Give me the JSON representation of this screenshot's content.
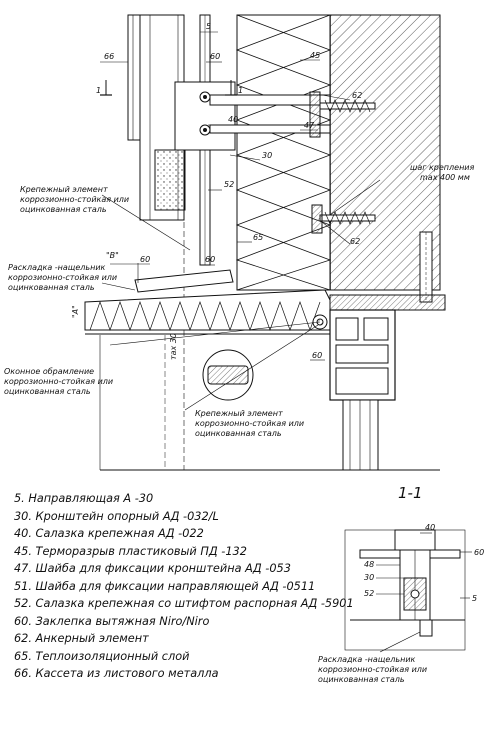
{
  "callouts": {
    "fastener_left": [
      "Крепежный элемент",
      "коррозионно-стойкая или",
      "оцинкованная сталь"
    ],
    "flashing": [
      "Раскладка -нащельник",
      "коррозионно-стойкая или",
      "оцинкованная сталь"
    ],
    "window_frame": [
      "Оконное обрамление",
      "коррозионно-стойкая или",
      "оцинкованная сталь"
    ],
    "fastener_bottom": [
      "Крепежный элемент",
      "коррозионно-стойкая или",
      "оцинкованная сталь"
    ],
    "step": [
      "шаг крепления",
      "max 400 мм"
    ],
    "flashing_section": [
      "Раскладка -нащельник",
      "коррозионно-стойкая или",
      "оцинкованная сталь"
    ]
  },
  "labels": {
    "n66": "66",
    "n5": "5",
    "n60a": "60",
    "n45": "45",
    "n62a": "62",
    "n40": "40",
    "n47": "47",
    "n30": "30",
    "n52": "52",
    "n65": "65",
    "n62b": "62",
    "n60b": "60",
    "n60c": "60",
    "nB": "\"B\"",
    "nA": "\"A\"",
    "n60d": "60",
    "n1a": "1",
    "n1b": "1",
    "dim": "тах 30",
    "s40": "40",
    "s60": "60",
    "s48": "48",
    "s30": "30",
    "s52": "52",
    "s5": "5"
  },
  "legend": [
    "5. Направляющая А -30",
    "30. Кронштейн опорный АД -032/L",
    "40. Салазка крепежная АД -022",
    "45. Терморазрыв пластиковый ПД -132",
    "47. Шайба для фиксации кронштейна АД -053",
    "51. Шайба для фиксации направляющей АД -0511",
    "52. Салазка крепежная со штифтом распорная АД -5901",
    "60. Заклепка вытяжная Niro/Niro",
    "62. Анкерный элемент",
    "65. Теплоизоляционный слой",
    "66. Кассета из листового металла"
  ],
  "section_title": "1-1"
}
